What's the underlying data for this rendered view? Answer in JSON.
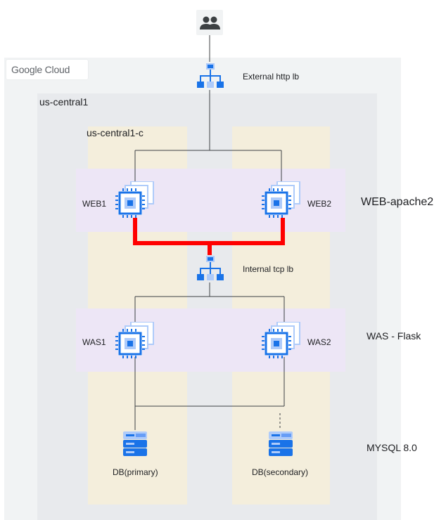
{
  "google_cloud": {
    "logo_text": "Google Cloud"
  },
  "region": {
    "label": "us-central1"
  },
  "zone": {
    "label": "us-central1-c"
  },
  "users": {
    "icon": "users-icon"
  },
  "external_lb": {
    "label": "External http lb",
    "icon": "load-balancer-icon"
  },
  "internal_lb": {
    "label": "Internal tcp lb",
    "icon": "load-balancer-icon"
  },
  "web_tier": {
    "label": "WEB-apache2",
    "nodes": [
      {
        "label": "WEB1",
        "icon": "compute-engine-icon"
      },
      {
        "label": "WEB2",
        "icon": "compute-engine-icon"
      }
    ]
  },
  "was_tier": {
    "label": "WAS - Flask",
    "nodes": [
      {
        "label": "WAS1",
        "icon": "compute-engine-icon"
      },
      {
        "label": "WAS2",
        "icon": "compute-engine-icon"
      }
    ]
  },
  "db_tier": {
    "label": "MYSQL 8.0",
    "nodes": [
      {
        "label": "DB(primary)",
        "icon": "database-icon"
      },
      {
        "label": "DB(secondary)",
        "icon": "database-icon"
      }
    ]
  },
  "colors": {
    "icon_dark": "#1a73e8",
    "icon_light": "#aecbfa",
    "highlight_link": "#ff0000",
    "tier_band": "#ede6f6",
    "zone_fill": "#f4eedc",
    "region_fill": "#e8eaed"
  }
}
